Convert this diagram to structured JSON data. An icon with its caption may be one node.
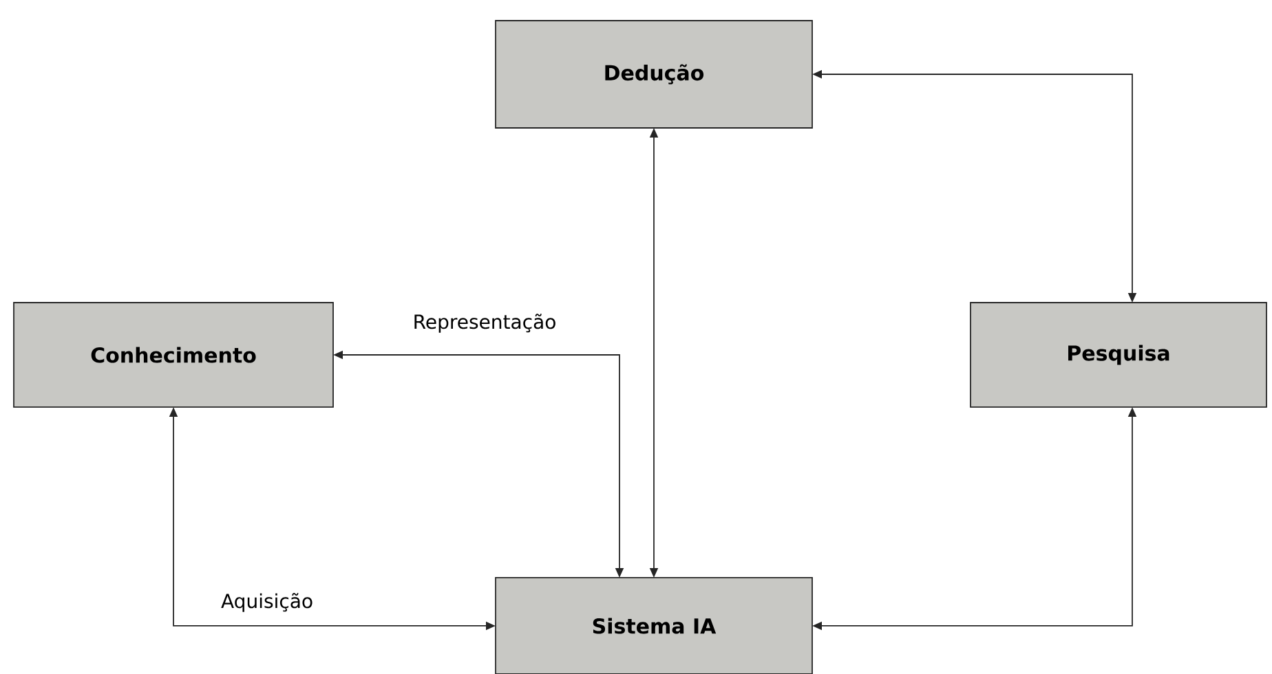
{
  "diagram": {
    "nodes": [
      {
        "text": [
          "Dedução"
        ]
      },
      {
        "text": [
          "Conhecimento"
        ]
      },
      {
        "text": [
          "Pesquisa"
        ]
      },
      {
        "text": [
          "Sistema IA"
        ]
      }
    ],
    "edges": [
      {
        "from": 0,
        "to": 2,
        "arrow": "both"
      },
      {
        "from": 0,
        "to": 3,
        "arrow": "both"
      },
      {
        "from": 3,
        "to": 1,
        "arrow": "both",
        "label": "Representação"
      },
      {
        "from": 1,
        "to": 3,
        "arrow": "both",
        "label": "Aquisição"
      },
      {
        "from": 3,
        "to": 2,
        "arrow": "both"
      }
    ]
  }
}
